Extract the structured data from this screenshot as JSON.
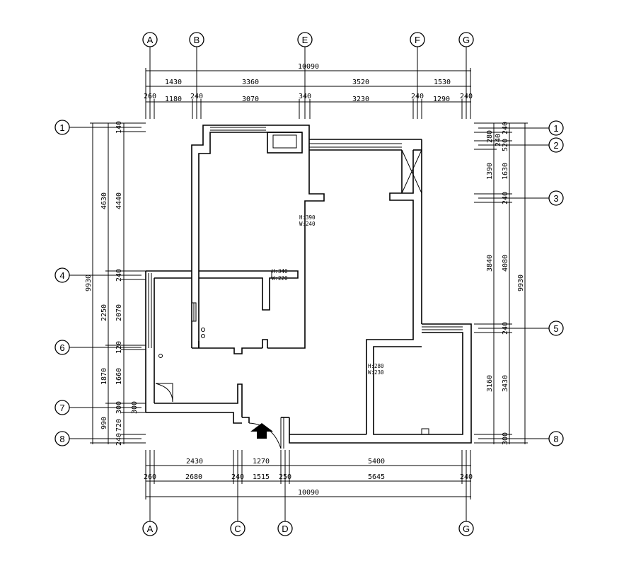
{
  "grid_top": [
    "A",
    "B",
    "E",
    "F",
    "G"
  ],
  "grid_bottom": [
    "A",
    "C",
    "D",
    "G"
  ],
  "grid_left": [
    "1",
    "4",
    "6",
    "7",
    "8"
  ],
  "grid_right": [
    "1",
    "2",
    "3",
    "5",
    "8"
  ],
  "top_dims": {
    "overall": "10090",
    "row1": [
      "1430",
      "3360",
      "3520",
      "1530"
    ],
    "row2": [
      "260",
      "1180",
      "240",
      "3070",
      "340",
      "3230",
      "240",
      "1290",
      "240"
    ]
  },
  "bottom_dims": {
    "overall": "10090",
    "row1": [
      "2430",
      "1270",
      "5400"
    ],
    "row2": [
      "260",
      "2680",
      "240",
      "1515",
      "250",
      "5645",
      "240"
    ]
  },
  "left_dims": {
    "overall": "9930",
    "col1": [
      "4630",
      "2250",
      "1870",
      "990"
    ],
    "col2": [
      "140",
      "4440",
      "240",
      "2070",
      "120",
      "1660",
      "300",
      "300",
      "720",
      "240"
    ]
  },
  "right_dims": {
    "overall": "9930",
    "col1": [
      "280",
      "1390",
      "3840",
      "3160"
    ],
    "col2": [
      "240",
      "240",
      "520",
      "1630",
      "240",
      "4080",
      "240",
      "3430",
      "300"
    ]
  },
  "notes": {
    "n1_h": "H:390",
    "n1_w": "W:240",
    "n2_h": "H:340",
    "n2_w": "W:220",
    "n3_h": "H:280",
    "n3_w": "W:230"
  }
}
